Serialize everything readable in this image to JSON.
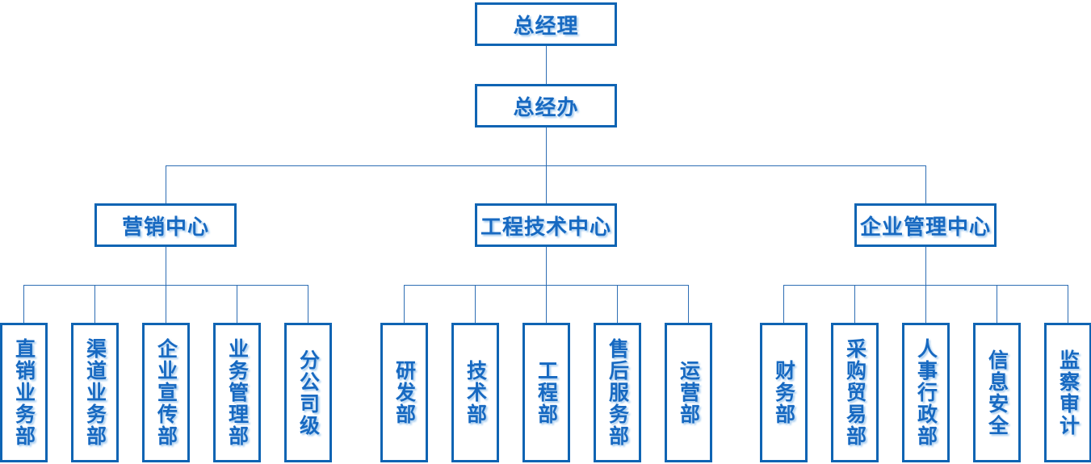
{
  "chart": {
    "root": {
      "label": "总经理"
    },
    "office": {
      "label": "总经办"
    },
    "centers": [
      {
        "label": "营销中心",
        "departments": [
          "直销业务部",
          "渠道业务部",
          "企业宣传部",
          "业务管理部",
          "分公司级"
        ]
      },
      {
        "label": "工程技术中心",
        "departments": [
          "研发部",
          "技术部",
          "工程部",
          "售后服务部",
          "运营部"
        ]
      },
      {
        "label": "企业管理中心",
        "departments": [
          "财务部",
          "采购贸易部",
          "人事行政部",
          "信息安全",
          "监察审计"
        ]
      }
    ]
  },
  "colors": {
    "border": "#0f64b3",
    "text": "#1769c1",
    "line": "#2e6eb4",
    "shadow": "#a8cdef",
    "background": "#ffffff"
  }
}
